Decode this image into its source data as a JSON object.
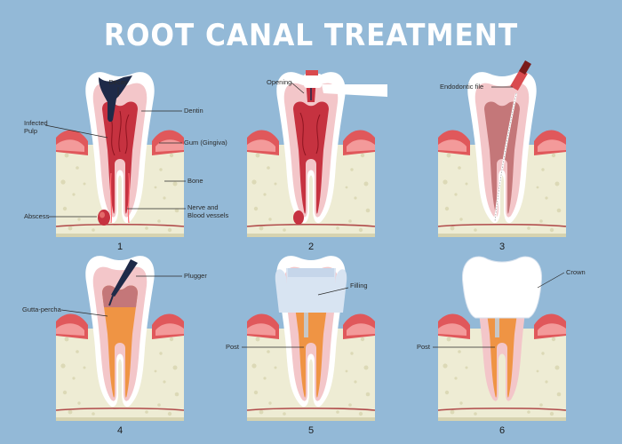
{
  "title": "ROOT CANAL TREATMENT",
  "panels": [
    {
      "number": "1",
      "labels": {
        "decay": "Decay",
        "dentin": "Dentin",
        "infected_pulp_line1": "Infected",
        "infected_pulp_line2": "Pulp",
        "gum": "Gum (Gingiva)",
        "bone": "Bone",
        "nerve_line1": "Nerve and",
        "nerve_line2": "Blood vessels",
        "abscess": "Abscess"
      }
    },
    {
      "number": "2",
      "labels": {
        "opening": "Opening"
      }
    },
    {
      "number": "3",
      "labels": {
        "endodontic_file": "Endodontic file"
      }
    },
    {
      "number": "4",
      "labels": {
        "plugger": "Plugger",
        "gutta_percha": "Gutta-percha"
      }
    },
    {
      "number": "5",
      "labels": {
        "filling": "Filling",
        "post": "Post"
      }
    },
    {
      "number": "6",
      "labels": {
        "crown": "Crown",
        "post": "Post"
      }
    }
  ],
  "colors": {
    "background": "#93b9d7",
    "bone": "#eeecd4",
    "bone_spots": "#dcd9b6",
    "gum": "#e0585b",
    "gum_light": "#f39a9a",
    "enamel": "#ffffff",
    "dentin": "#f3c6c9",
    "pulp_infected": "#c63240",
    "pulp_healthy": "#c47779",
    "decay": "#1e2a48",
    "nerve": "#c8303a",
    "gutta_percha": "#ef9444",
    "filling": "#d8e4f2",
    "instrument": "#1e2a48"
  }
}
